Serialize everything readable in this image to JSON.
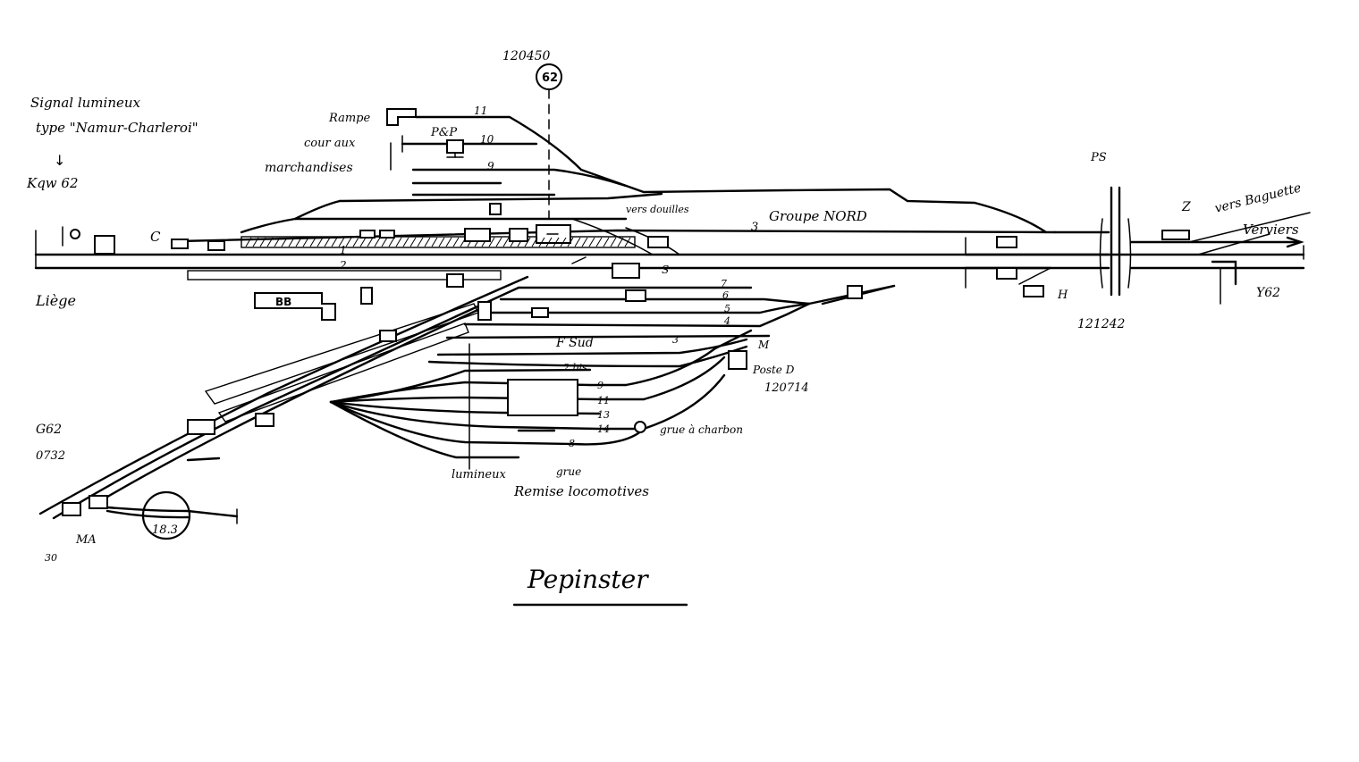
{
  "title": "Pepinster",
  "labels": {
    "signal_note_line1": "Signal lumineux",
    "signal_note_line2": "type \"Namur-Charleroi\"",
    "signal_ref": "Kqw 62",
    "liege": "Liège",
    "verviers": "Verviers",
    "vers_baguette": "vers Baguette",
    "km_top": "120450",
    "km_right": "121242",
    "km_left_top": "G62",
    "km_left_bottom": "0732",
    "km_poste_d": "120714",
    "line_62_circle": "62",
    "line_y62": "Y62",
    "circle_bottom": "18.3",
    "rampe": "Rampe",
    "cour_line1": "cour aux",
    "cour_line2": "marchandises",
    "pn_label": "P&P",
    "groupe_nord": "Groupe NORD",
    "groupe_sud": "F Sud",
    "poste_d": "Poste D",
    "ps": "PS",
    "bb": "BB",
    "ma": "MA",
    "aiguille": "vers douilles",
    "remise": "Remise locomotives",
    "lumineux": "lumineux",
    "grue": "grue",
    "grue_charbon": "grue à charbon",
    "letter_c": "C",
    "letter_z": "Z",
    "letter_h": "H",
    "letter_m": "M",
    "letter_s": "S"
  },
  "track_numbers": {
    "t11": "11",
    "t10": "10",
    "t9": "9",
    "t3": "3",
    "t1": "1",
    "t2": "2",
    "t4": "4",
    "t5": "5",
    "t6": "6",
    "t7": "7",
    "t8": "8",
    "t9bis": "9",
    "t11s": "11",
    "t13": "13",
    "t14": "14",
    "t2bis": "2 bis",
    "t3s": "3",
    "t30": "30"
  }
}
